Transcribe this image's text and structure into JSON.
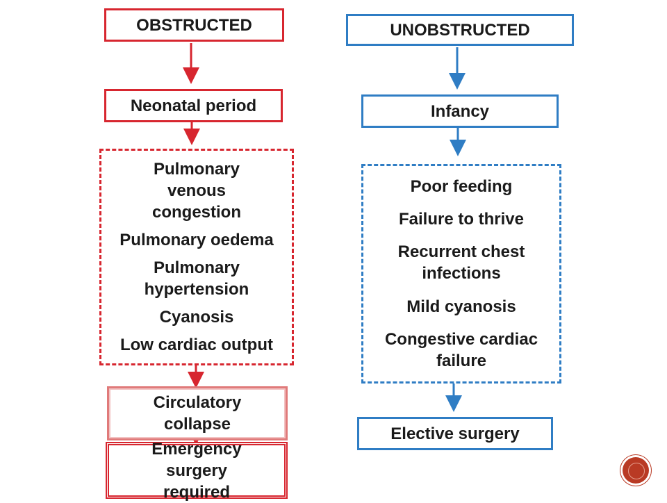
{
  "obstructed": {
    "title": "OBSTRUCTED",
    "period": "Neonatal period",
    "symptoms": [
      "Pulmonary venous congestion",
      "Pulmonary oedema",
      "Pulmonary hypertension",
      "Cyanosis",
      "Low cardiac output"
    ],
    "collapse": "Circulatory collapse",
    "outcome": "Emergency surgery required"
  },
  "unobstructed": {
    "title": "UNOBSTRUCTED",
    "period": "Infancy",
    "symptoms": [
      "Poor feeding",
      "Failure to thrive",
      "Recurrent chest infections",
      "Mild cyanosis",
      "Congestive cardiac failure"
    ],
    "outcome": "Elective surgery"
  },
  "colors": {
    "obstructed": "#d7262f",
    "unobstructed": "#2f7dc4",
    "badge": "#b93a24"
  }
}
